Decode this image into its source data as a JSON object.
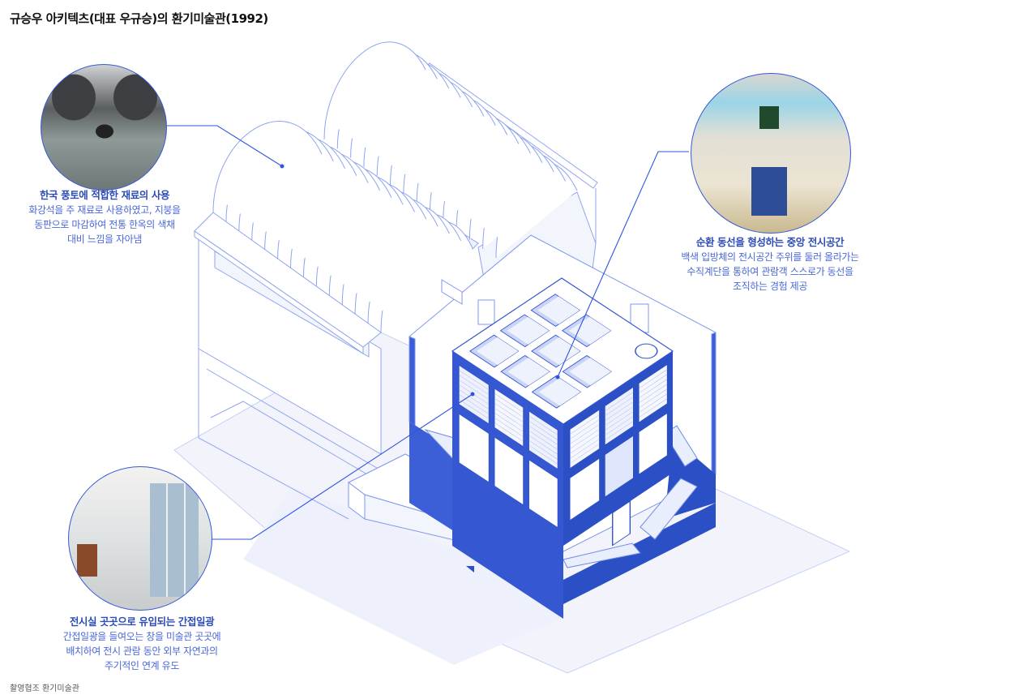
{
  "title": "규승우 아키텍츠(대표 우규승)의 환기미술관(1992)",
  "credit": "촬영협조 환기미술관",
  "colors": {
    "primary": "#2b4fc4",
    "secondary": "#4668d8",
    "line": "#7e97ee",
    "ground": "#f3f4fb",
    "heading": "#2d4cb5",
    "body": "#4a69d6"
  },
  "callouts": [
    {
      "heading": "한국 풍토에 적합한 재료의 사용",
      "lines": [
        "화강석을 주 재료로 사용하였고, 지붕을",
        "동판으로 마감하여 전통 한옥의 색채",
        "대비 느낌을 자아냄"
      ]
    },
    {
      "heading": "순환 동선을 형성하는 중앙 전시공간",
      "lines": [
        "백색 입방체의 전시공간 주위를 둘러 올라가는",
        "수직계단을 통하여 관람객 스스로가 동선을",
        "조직하는 경험 제공"
      ]
    },
    {
      "heading": "전시실 곳곳으로 유입되는 간접일광",
      "lines": [
        "간접일광을 들여오는 창을 미술관 곳곳에",
        "배치하여 전시 관람 동안 외부 자연과의",
        "주기적인 연계 유도"
      ]
    }
  ]
}
